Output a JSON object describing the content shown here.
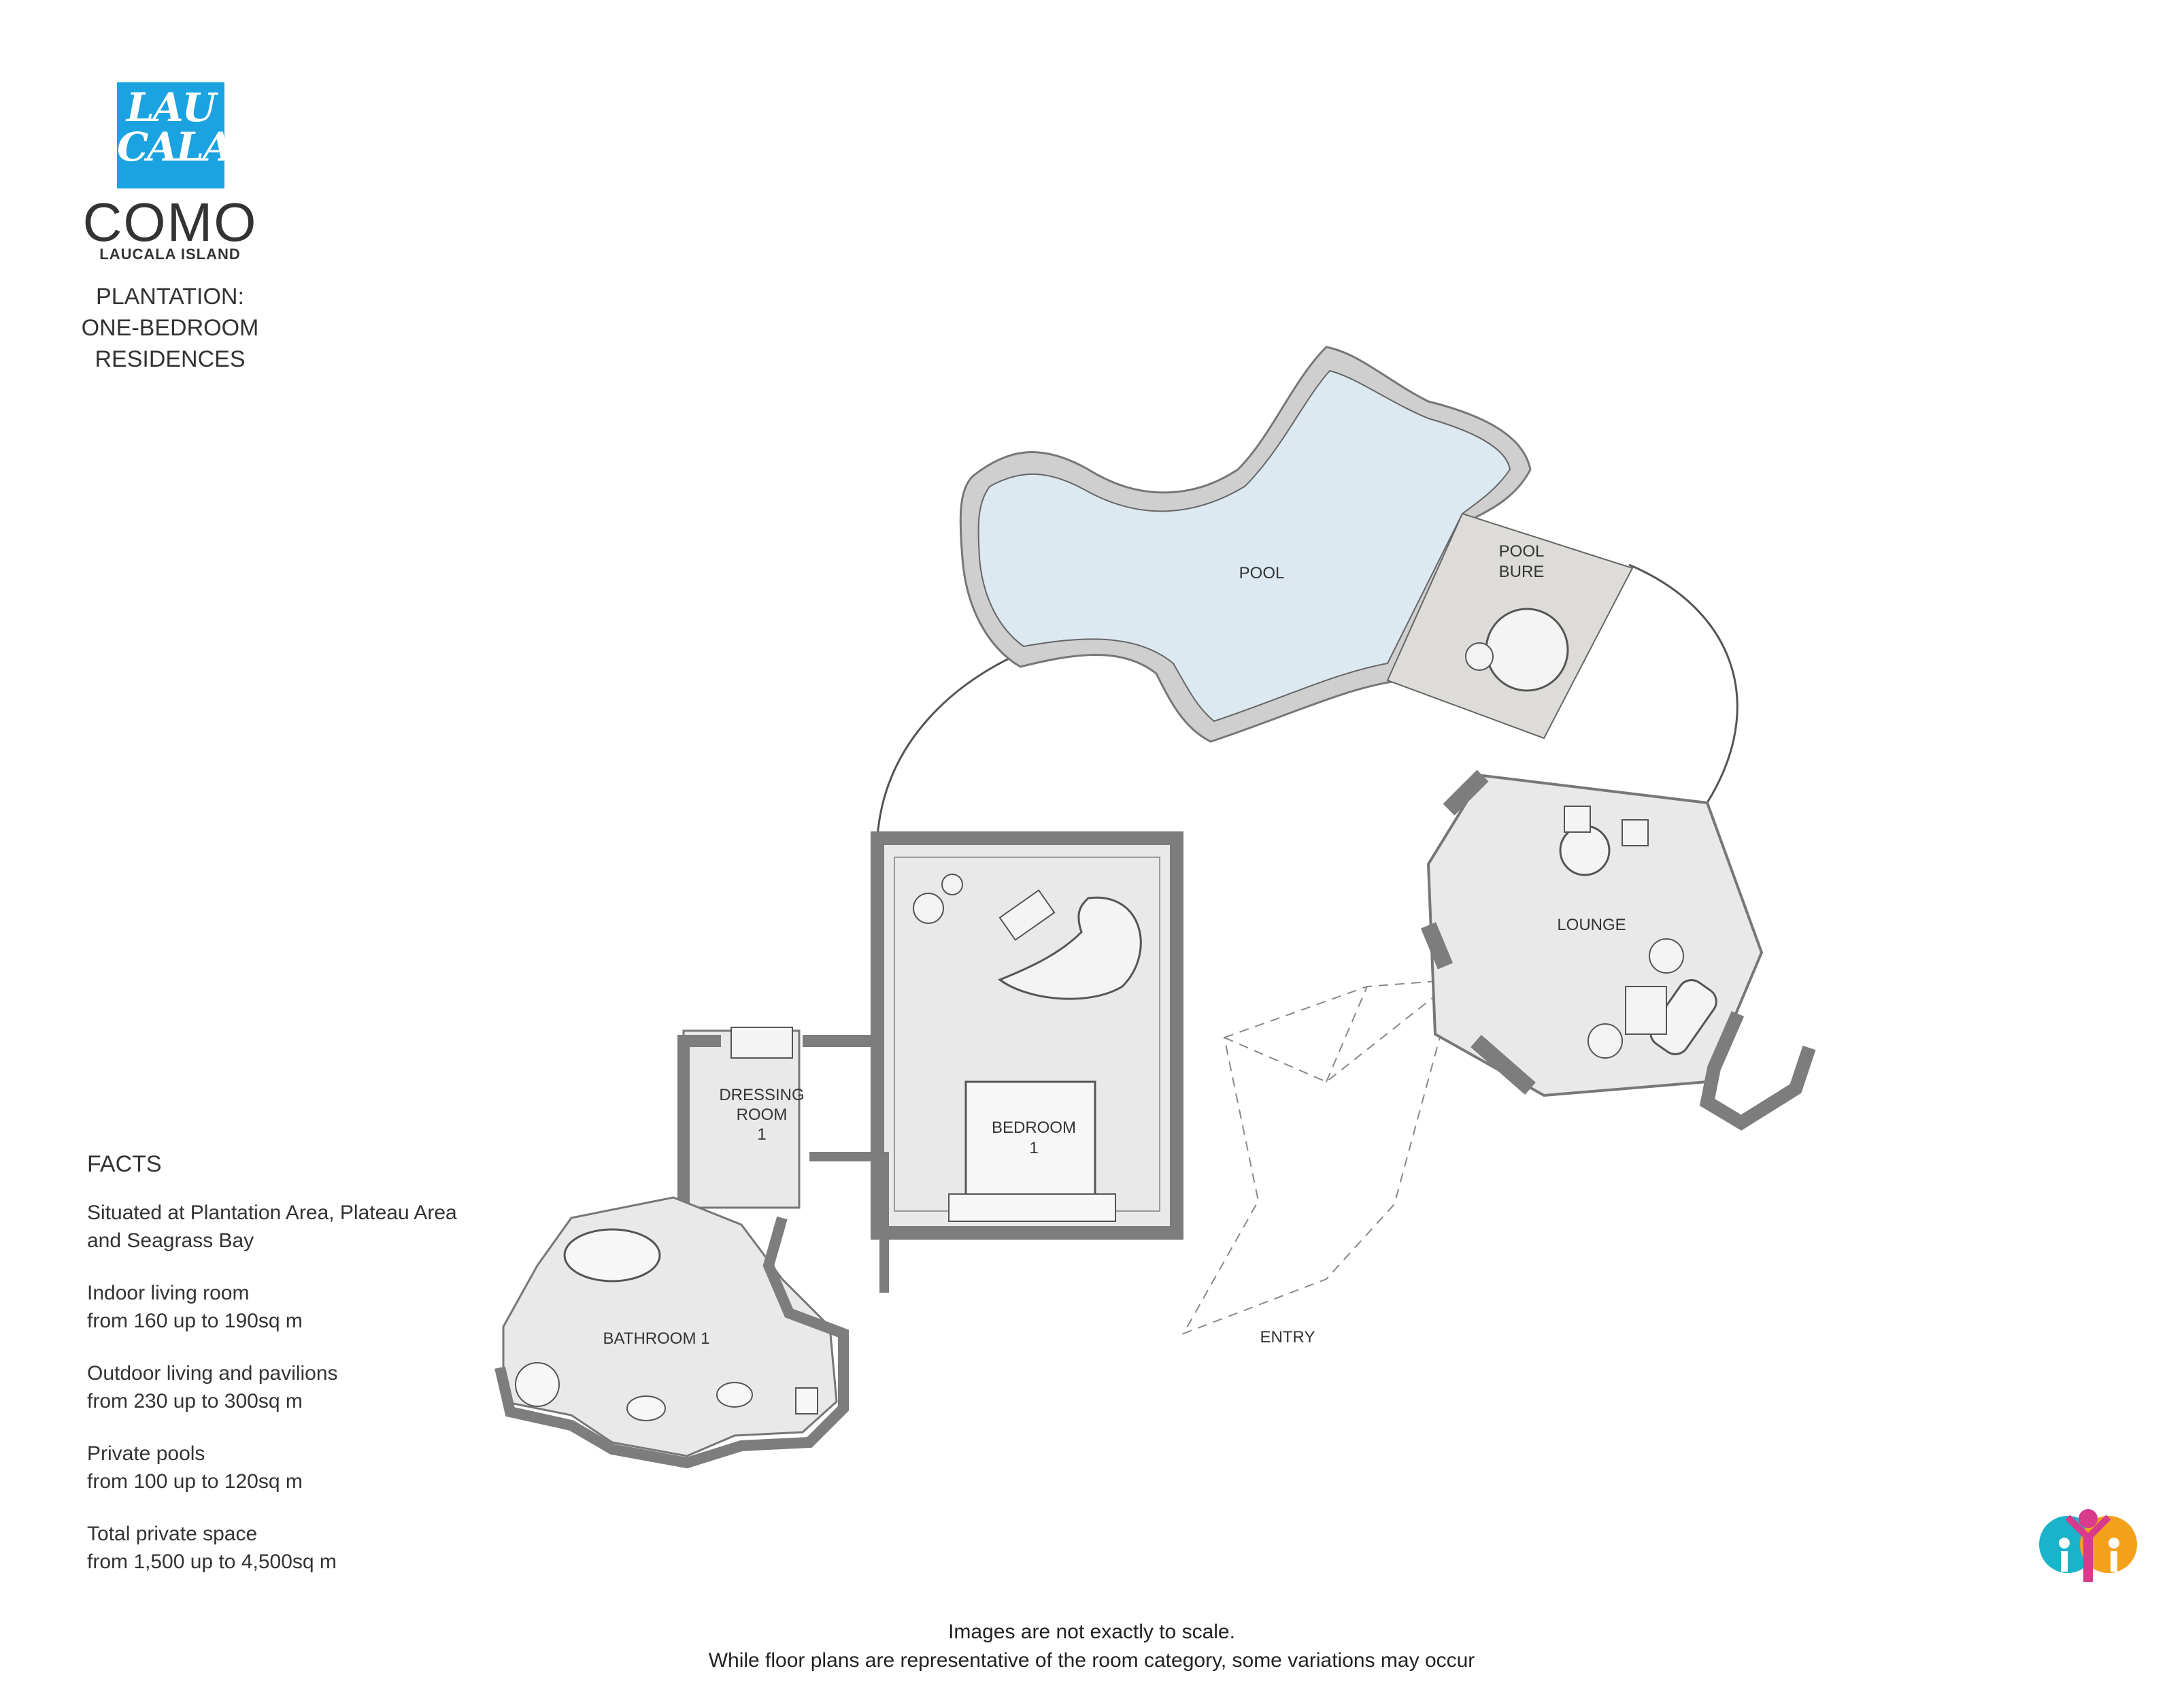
{
  "logo": {
    "mark_line1": "LAU",
    "mark_line2": "CALA",
    "brand": "COMO",
    "brand_sub": "LAUCALA ISLAND",
    "brand_color": "#1aa3e0"
  },
  "residence": {
    "line1": "PLANTATION:",
    "line2": "ONE-BEDROOM",
    "line3": "RESIDENCES"
  },
  "facts": {
    "title": "FACTS",
    "items": [
      {
        "line1": "Situated at Plantation Area, Plateau Area",
        "line2": "and Seagrass Bay"
      },
      {
        "line1": "Indoor living room",
        "line2": "from 160 up to 190sq m"
      },
      {
        "line1": "Outdoor living and pavilions",
        "line2": "from 230 up to 300sq m"
      },
      {
        "line1": "Private pools",
        "line2": "from 100 up to 120sq m"
      },
      {
        "line1": "Total private space",
        "line2": "from 1,500 up to 4,500sq m"
      }
    ]
  },
  "rooms": {
    "pool": "POOL",
    "pool_bure_1": "POOL",
    "pool_bure_2": "BURE",
    "lounge": "LOUNGE",
    "dressing_1": "DRESSING",
    "dressing_2": "ROOM",
    "dressing_3": "1",
    "bedroom_1": "BEDROOM",
    "bedroom_2": "1",
    "bathroom": "BATHROOM 1",
    "entry": "ENTRY"
  },
  "disclaimer": {
    "line1": "Images are not exactly to scale.",
    "line2": "While floor plans are representative of the room category, some variations may occur"
  },
  "colors": {
    "pool_water": "#dce9f1",
    "floor": "#e9e9e9",
    "wall": "#7d7d7d",
    "deck": "#dedcd8",
    "accent_teal": "#1ab3c9",
    "accent_magenta": "#d83a8c",
    "accent_orange": "#f3a11b"
  }
}
